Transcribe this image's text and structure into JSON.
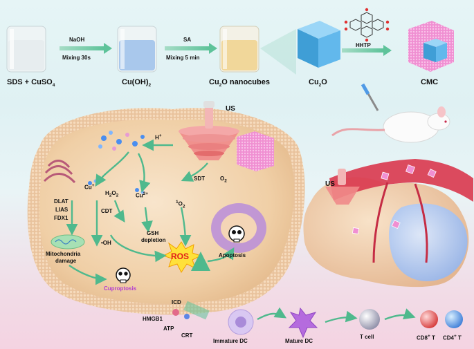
{
  "synthesis": {
    "start_label": "SDS + CuSO",
    "start_sub": "4",
    "step1_reagent": "NaOH",
    "step1_cond": "Mixing 30s",
    "intermediate_label": "Cu(OH)",
    "intermediate_sub": "2",
    "step2_reagent": "SA",
    "step2_cond": "Mixing 5 min",
    "nanocube_a": "Cu",
    "nanocube_sub": "2",
    "nanocube_b": "O nanocubes",
    "cube_a": "Cu",
    "cube_sub": "2",
    "cube_b": "O",
    "linker": "HHTP",
    "product": "CMC"
  },
  "cell": {
    "us_top": "US",
    "h_plus": "H",
    "h_plus_sup": "+",
    "sdt": "SDT",
    "o2": "O",
    "o2_sub": "2",
    "singlet_o2_a": "O",
    "singlet_o2_sup": "1",
    "singlet_o2_sub": "2",
    "cu_plus": "Cu",
    "cu_plus_sup": "+",
    "h2o2_a": "H",
    "h2o2_s1": "2",
    "h2o2_b": "O",
    "h2o2_s2": "2",
    "cdt": "CDT",
    "cu2_plus": "Cu",
    "cu2_plus_sup": "2+",
    "oh_radical": "•OH",
    "gsh_line1": "GSH",
    "gsh_line2": "depletion",
    "ros": "ROS",
    "apoptosis": "Apoptosis",
    "dlat": "DLAT",
    "lias": "LIAS",
    "fdx1": "FDX1",
    "mito_line1": "Mitochondria",
    "mito_line2": "damage",
    "cuproptosis": "Cuproptosis",
    "icd": "ICD",
    "hmgb1": "HMGB1",
    "atp": "ATP",
    "crt": "CRT"
  },
  "immune": {
    "us_tumor": "US",
    "immature_dc": "Immature DC",
    "mature_dc": "Mature DC",
    "t_cell": "T cell",
    "cd8_a": "CD8",
    "cd8_sup": "+",
    "cd8_b": " T",
    "cd4_a": "CD4",
    "cd4_sup": "+",
    "cd4_b": " T"
  },
  "colors": {
    "arrow_green": "#5ec39a",
    "ros_yellow": "#ffe13a",
    "ros_text": "#e01a1a",
    "cuproptosis_text": "#b43fd0",
    "cmc_pink": "#ee7fcc",
    "cube_blue": "#4fb6e8"
  }
}
